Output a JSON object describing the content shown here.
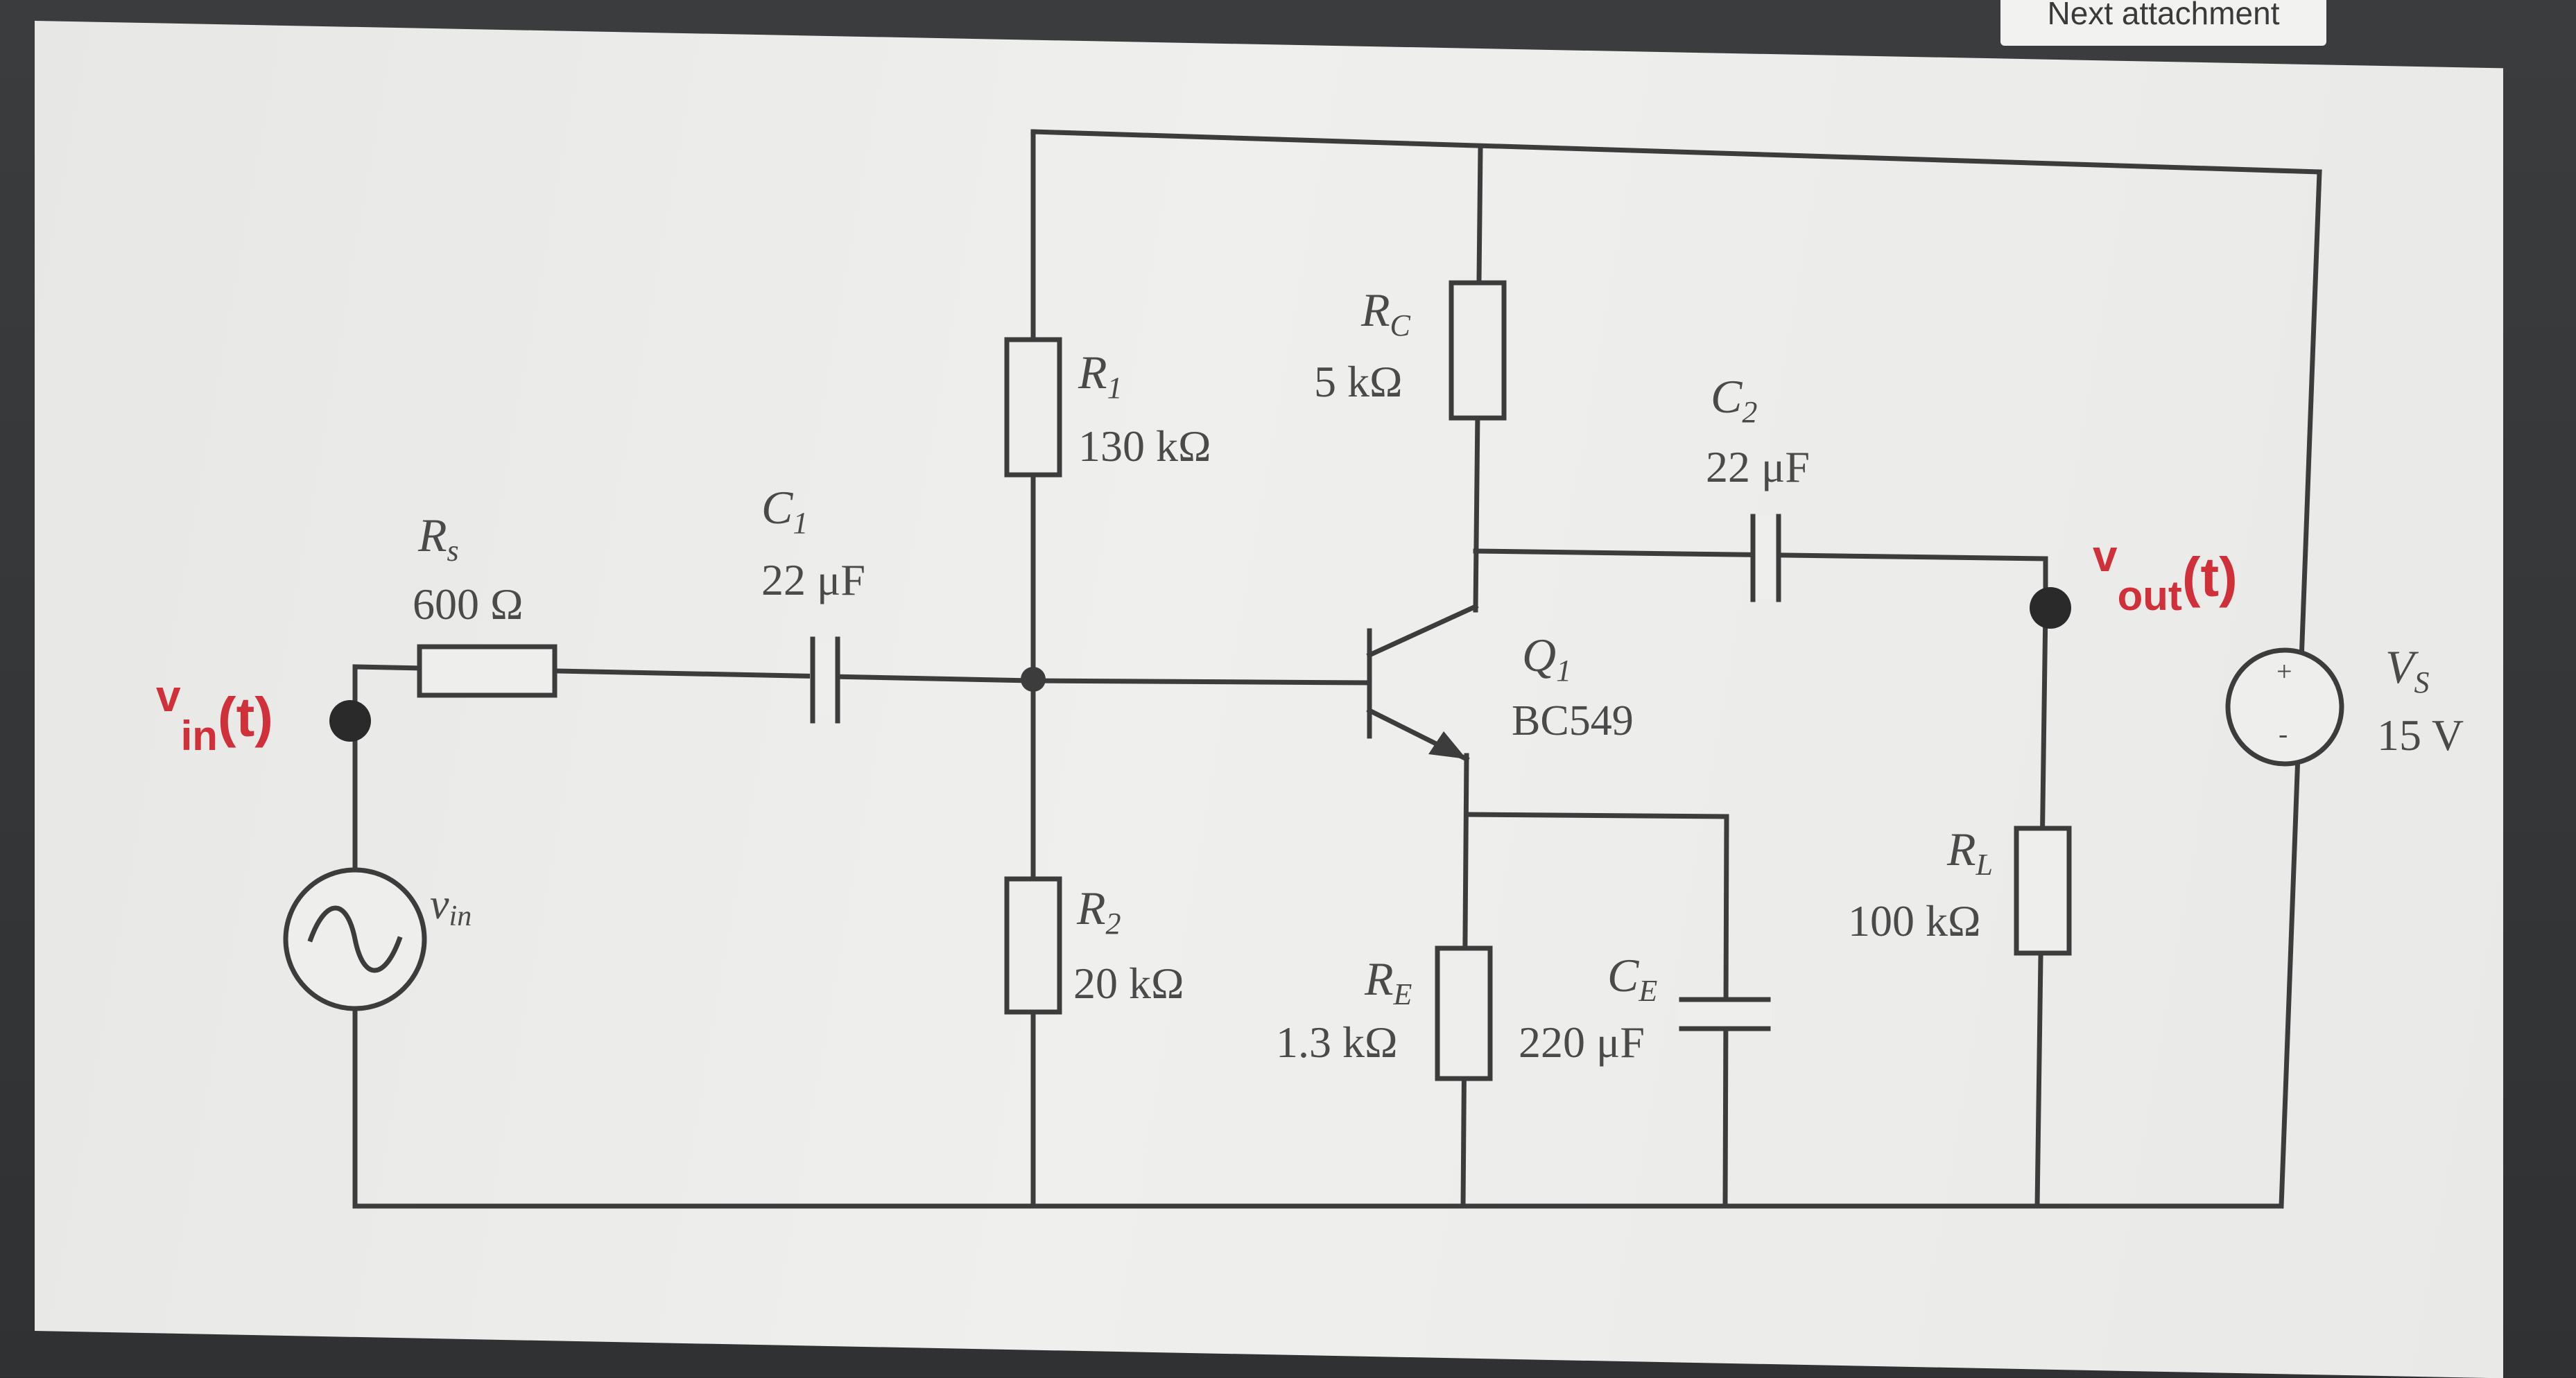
{
  "ui": {
    "next_attachment": "Next attachment"
  },
  "circuit": {
    "rs": {
      "name": "R",
      "sub": "s",
      "value": "600 Ω"
    },
    "c1": {
      "name": "C",
      "sub": "1",
      "value": "22 μF"
    },
    "r1": {
      "name": "R",
      "sub": "1",
      "value": "130 kΩ"
    },
    "r2": {
      "name": "R",
      "sub": "2",
      "value": "20 kΩ"
    },
    "rc": {
      "name": "R",
      "sub": "C",
      "value": "5 kΩ"
    },
    "re": {
      "name": "R",
      "sub": "E",
      "value": "1.3 kΩ"
    },
    "ce": {
      "name": "C",
      "sub": "E",
      "value": "220 μF"
    },
    "c2": {
      "name": "C",
      "sub": "2",
      "value": "22 μF"
    },
    "rl": {
      "name": "R",
      "sub": "L",
      "value": "100 kΩ"
    },
    "q1": {
      "name": "Q",
      "sub": "1",
      "part": "BC549"
    },
    "vs": {
      "name": "V",
      "sub": "S",
      "value": "15 V",
      "plus": "+",
      "minus": "-"
    },
    "vin_source": {
      "name": "v",
      "sub": "in"
    },
    "vin_node": {
      "main": "v",
      "sub": "in",
      "suffix": "(t)"
    },
    "vout_node": {
      "main": "v",
      "sub": "out",
      "suffix": "(t)"
    }
  },
  "colors": {
    "node_label": "#d0303a",
    "wire": "#3c3c3c",
    "panel": "#ececea"
  }
}
